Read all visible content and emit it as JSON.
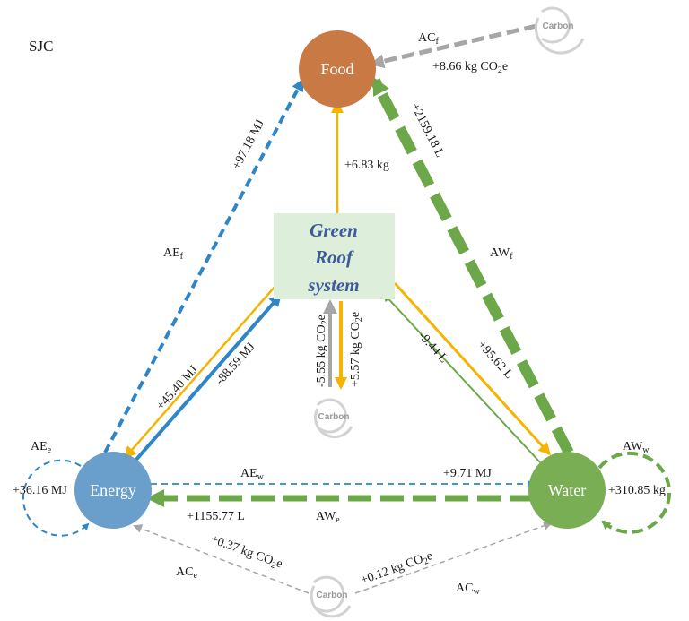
{
  "title": "SJC",
  "nodes": {
    "food": {
      "label": "Food",
      "color": "#C97A44"
    },
    "energy": {
      "label": "Energy",
      "color": "#6A9ECB"
    },
    "water": {
      "label": "Water",
      "color": "#7AAE55"
    },
    "green_roof": {
      "line1": "Green",
      "line2": "Roof",
      "line3": "system",
      "fill": "#DDEEDB",
      "text_color": "#3f5a9a"
    },
    "carbon_label": "Carbon"
  },
  "flows": {
    "ac_f": {
      "name": "AC",
      "sub": "f",
      "value": "+8.66 kg CO",
      "value_sub": "2",
      "value_tail": "e"
    },
    "ae_f": {
      "name": "AE",
      "sub": "f",
      "value": "+97.18 MJ"
    },
    "aw_f": {
      "name": "AW",
      "sub": "f",
      "value": "+2159.18 L"
    },
    "gr_food": {
      "value": "+6.83 kg"
    },
    "ae_e": {
      "name": "AE",
      "sub": "e",
      "value": "+36.16 MJ"
    },
    "aw_w": {
      "name": "AW",
      "sub": "w",
      "value": "+310.85 kg"
    },
    "gr_to_energy": {
      "value": "+45.40 MJ"
    },
    "energy_to_gr": {
      "value": "-88.59 MJ"
    },
    "water_to_gr": {
      "value": "-9.44 L"
    },
    "gr_to_water": {
      "value": "+95.62 L"
    },
    "carbon_to_gr": {
      "value": "-5.55 kg CO",
      "value_sub": "2",
      "value_tail": "e"
    },
    "gr_to_carbon": {
      "value": "+5.57 kg CO",
      "value_sub": "2",
      "value_tail": "e"
    },
    "ae_w": {
      "name": "AE",
      "sub": "w",
      "value": "+9.71 MJ"
    },
    "aw_e": {
      "name": "AW",
      "sub": "e",
      "value": "+1155.77 L"
    },
    "ac_e": {
      "name": "AC",
      "sub": "e",
      "value": "+0.37 kg CO",
      "value_sub": "2",
      "value_tail": "e"
    },
    "ac_w": {
      "name": "AC",
      "sub": "w",
      "value": "+0.12 kg CO",
      "value_sub": "2",
      "value_tail": "e"
    }
  },
  "colors": {
    "energy_flow": "#2E86C8",
    "water_flow": "#6CA84A",
    "food_flow": "#F4B400",
    "carbon_flow": "#A6A6A6"
  }
}
